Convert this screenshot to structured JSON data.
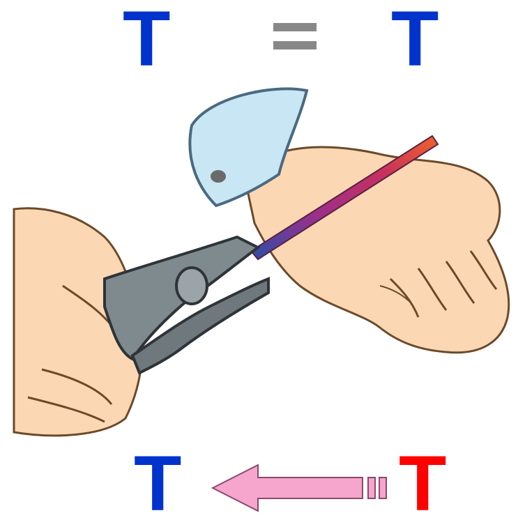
{
  "top_row": {
    "left_letter": "T",
    "operator": "=",
    "right_letter": "T"
  },
  "bottom_row": {
    "left_letter": "T",
    "right_letter": "T",
    "arrow_direction": "left"
  },
  "colors": {
    "blue": "#0033cc",
    "red": "#ff0000",
    "gray": "#888888",
    "arrow_pink": "#f6a5cc",
    "skin": "#fcd7b4",
    "pliers": "#7f8a8f",
    "cuff": "#c9e6f5",
    "rod_hot": "#e8502a",
    "rod_cool": "#2a4fa8"
  },
  "icons": [
    "hand-holding-pliers-icon",
    "pliers-icon",
    "open-hand-icon",
    "heated-rod-icon",
    "arrow-left-icon"
  ]
}
